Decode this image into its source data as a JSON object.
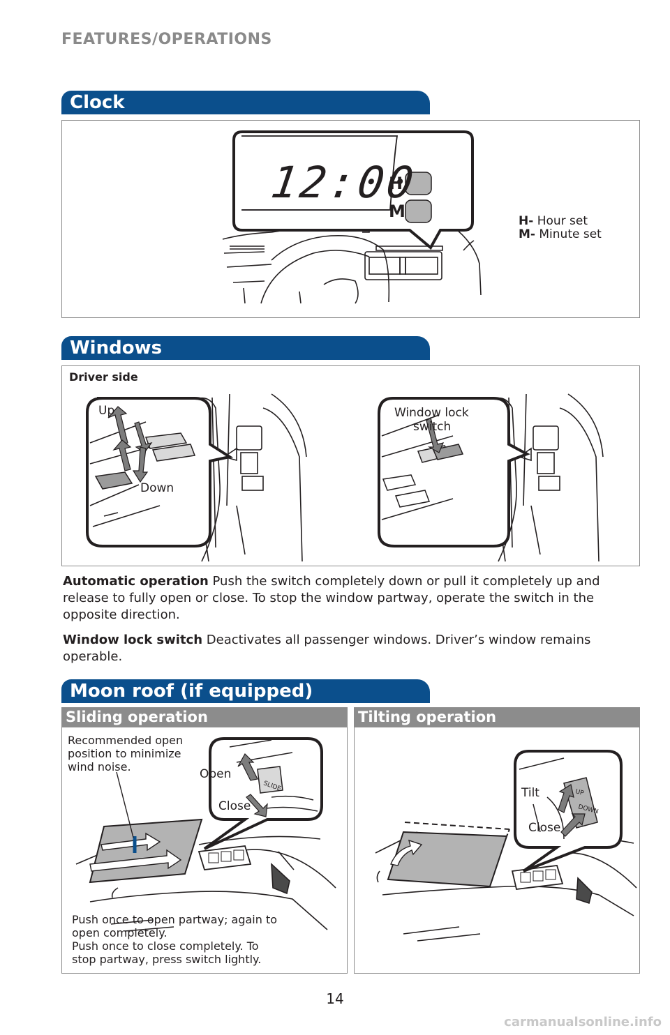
{
  "page": {
    "running_head": "FEATURES/OPERATIONS",
    "page_number": "14",
    "watermark": "carmanualsonline.info"
  },
  "clock": {
    "title": "Clock",
    "display_time": "12:00",
    "button_h": "H",
    "button_m": "M",
    "legend": [
      {
        "key": "H-",
        "text": "Hour set"
      },
      {
        "key": "M-",
        "text": "Minute set"
      }
    ]
  },
  "windows": {
    "title": "Windows",
    "subtitle": "Driver side",
    "label_up": "Up",
    "label_down": "Down",
    "label_lock_line1": "Window lock",
    "label_lock_line2": "switch",
    "auto_heading": "Automatic operation",
    "auto_text": "Push the switch completely down or pull it completely up and release to fully open or close. To stop the window partway, operate the switch in the opposite direction.",
    "lock_heading": "Window lock switch",
    "lock_text": "Deactivates all passenger windows. Driver’s window remains operable."
  },
  "moonroof": {
    "title": "Moon roof (if equipped)",
    "sliding": {
      "title": "Sliding operation",
      "recommend_line1": "Recommended open",
      "recommend_line2": "position to minimize",
      "recommend_line3": "wind noise.",
      "label_open": "Open",
      "label_close": "Close",
      "switch_text": "SLIDE",
      "note_line1": "Push once to open partway; again to",
      "note_line2": "open completely.",
      "note_line3": "Push once to close completely. To",
      "note_line4": "stop partway, press switch lightly."
    },
    "tilting": {
      "title": "Tilting operation",
      "label_tilt": "Tilt",
      "label_close": "Close",
      "switch_up": "UP",
      "switch_down": "DOWN"
    }
  },
  "colors": {
    "header_blue": "#0b4f8c",
    "subheader_gray": "#8c8c8c",
    "running_head_gray": "#8a8a8a"
  }
}
